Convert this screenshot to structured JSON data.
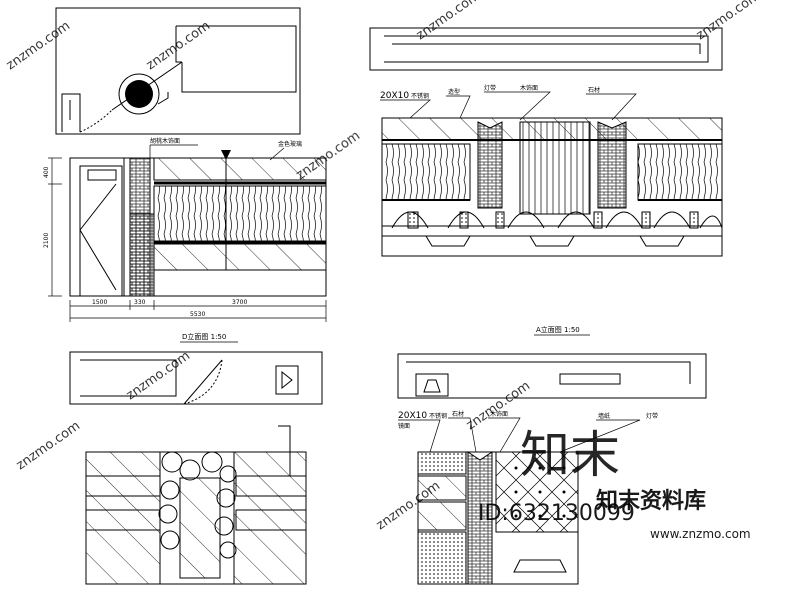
{
  "drawing": {
    "top_left": {
      "dims_vertical": [
        "400",
        "2100"
      ],
      "dims_horizontal": [
        "1500",
        "330",
        "3700"
      ],
      "dim_total": "5530",
      "label_1": "胡桃木饰面",
      "label_2": "金色玻璃",
      "caption": "D立面图 1:50"
    },
    "top_right": {
      "label_size": "20X10",
      "label_1": "不锈钢",
      "label_2": "造型",
      "label_3": "灯带",
      "label_4": "木饰面",
      "label_5": "石材",
      "caption": "A立面图 1:50"
    },
    "bottom_right": {
      "label_size": "20X10",
      "label_1": "不锈钢",
      "label_2": "石材",
      "label_3": "木饰面",
      "label_4": "镜面",
      "label_5": "墙纸",
      "label_6": "灯带"
    }
  },
  "watermark": {
    "site": "znzmo.com",
    "brand_big": "知末",
    "brand_line": "知末资料库",
    "id": "ID:632130099",
    "url": "www.znzmo.com"
  }
}
